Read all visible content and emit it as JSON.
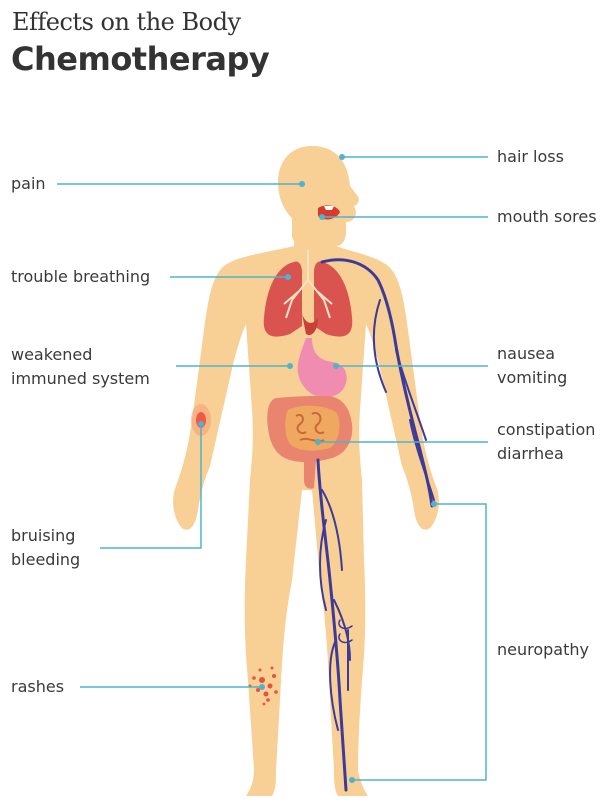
{
  "header": {
    "subtitle": "Effects on the Body",
    "title": "Chemotherapy"
  },
  "labels": {
    "pain": "pain",
    "trouble_breathing": "trouble breathing",
    "weakened": [
      "weakened",
      "immuned system"
    ],
    "bruising": [
      "bruising",
      "bleeding"
    ],
    "rashes": "rashes",
    "hair_loss": "hair loss",
    "mouth_sores": "mouth sores",
    "nausea": [
      "nausea",
      "vomiting"
    ],
    "constipation": [
      "constipation",
      "diarrhea"
    ],
    "neuropathy": "neuropathy"
  },
  "colors": {
    "skin": "#f8cf95",
    "leader_line": "#4fb3cf",
    "vein": "#3d3a98",
    "lung": "#d9534f",
    "stomach": "#f08cb0",
    "intestine": "#e9846e",
    "text": "#333333"
  }
}
